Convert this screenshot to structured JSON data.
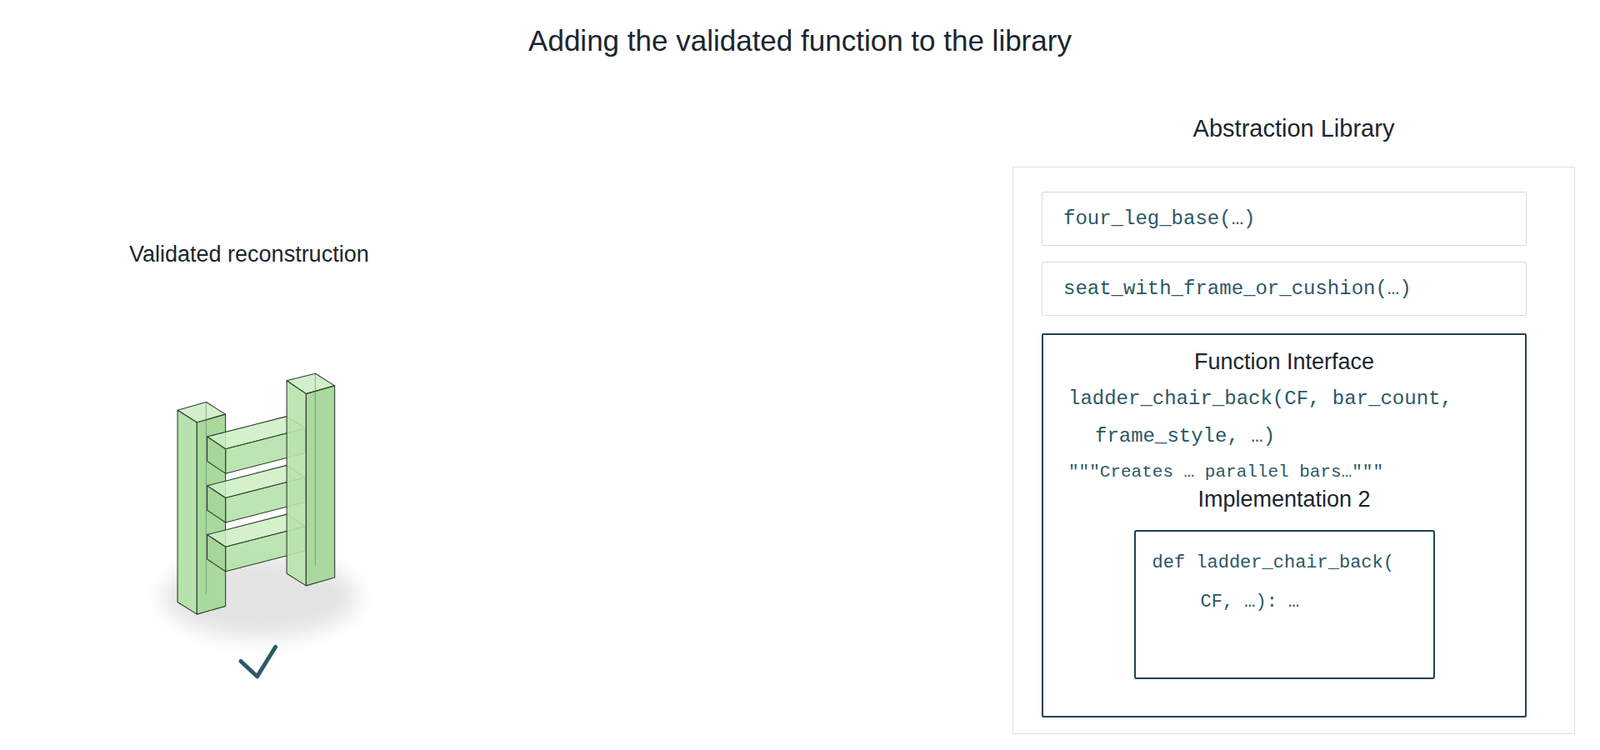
{
  "diagram": {
    "title": "Adding the validated function to the library",
    "nodes": [
      {
        "text": [
          "Abstraction Library"
        ]
      },
      {
        "text": [
          "four_leg_base(…)"
        ],
        "in": 0
      },
      {
        "text": [
          "seat_with_frame_or_cushion(…)"
        ],
        "in": 0
      },
      {
        "text": [
          "Function Interface",
          "ladder_chair_back(CF, bar_count, frame_style, …)",
          "\"\"\"Creates … parallel bars…\"\"\""
        ],
        "in": 0
      },
      {
        "text": [
          "Implementation 2",
          "def ladder_chair_back( CF, …): …"
        ],
        "in": 3
      }
    ],
    "edges": [],
    "labels": [
      "Validated reconstruction"
    ]
  }
}
